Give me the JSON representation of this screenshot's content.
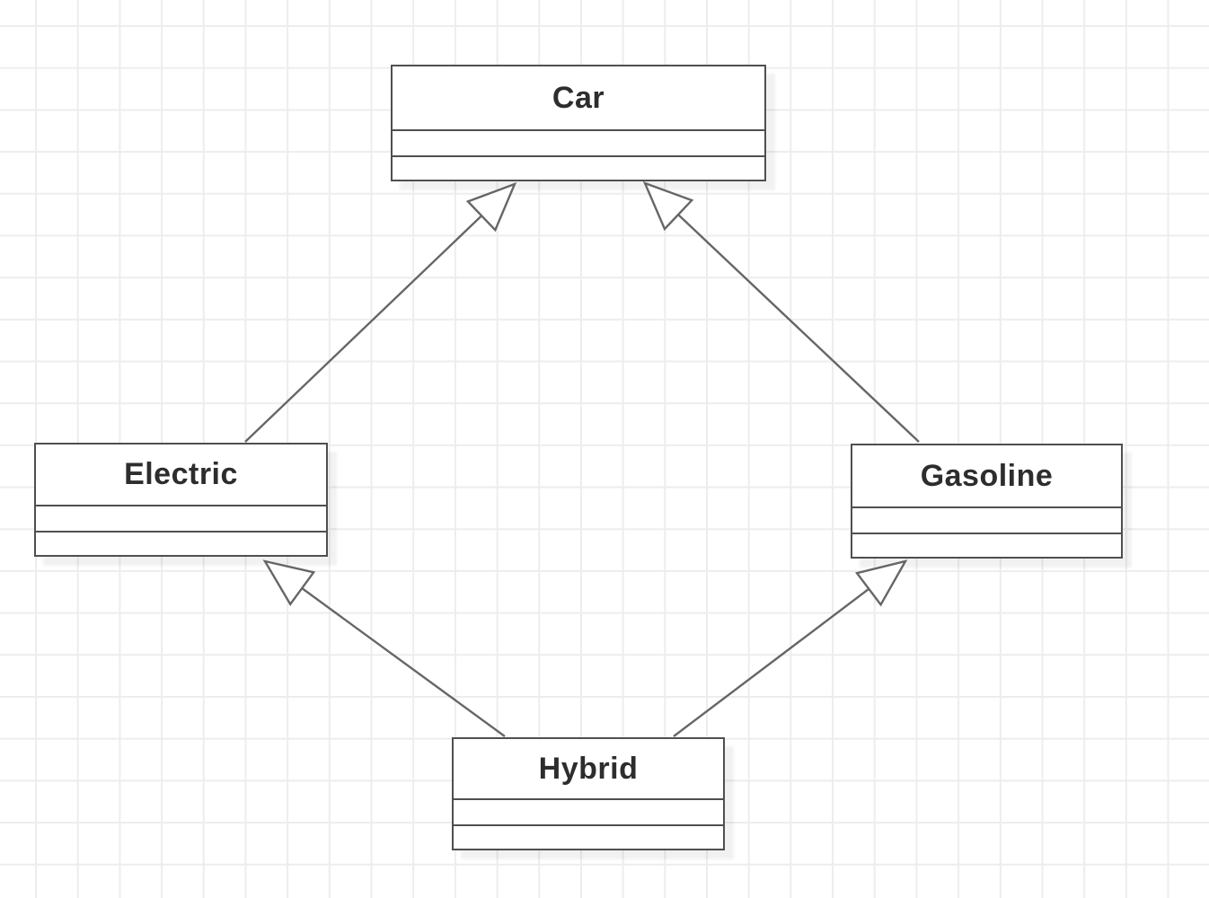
{
  "diagram": {
    "type": "uml-class-diagram",
    "classes": [
      {
        "name": "Car",
        "attributes": [],
        "methods": []
      },
      {
        "name": "Electric",
        "attributes": [],
        "methods": []
      },
      {
        "name": "Gasoline",
        "attributes": [],
        "methods": []
      },
      {
        "name": "Hybrid",
        "attributes": [],
        "methods": []
      }
    ],
    "relationships": [
      {
        "from": "Electric",
        "to": "Car",
        "type": "generalization",
        "arrowhead": "hollow-triangle"
      },
      {
        "from": "Gasoline",
        "to": "Car",
        "type": "generalization",
        "arrowhead": "hollow-triangle"
      },
      {
        "from": "Hybrid",
        "to": "Electric",
        "type": "generalization",
        "arrowhead": "hollow-triangle"
      },
      {
        "from": "Hybrid",
        "to": "Gasoline",
        "type": "generalization",
        "arrowhead": "hollow-triangle"
      }
    ],
    "colors": {
      "shape_border": "#4f4f4f",
      "shape_fill": "#ffffff",
      "connector": "#666666",
      "text": "#2d2d2d",
      "grid_line": "#ededed",
      "canvas_bg": "#ffffff"
    }
  }
}
